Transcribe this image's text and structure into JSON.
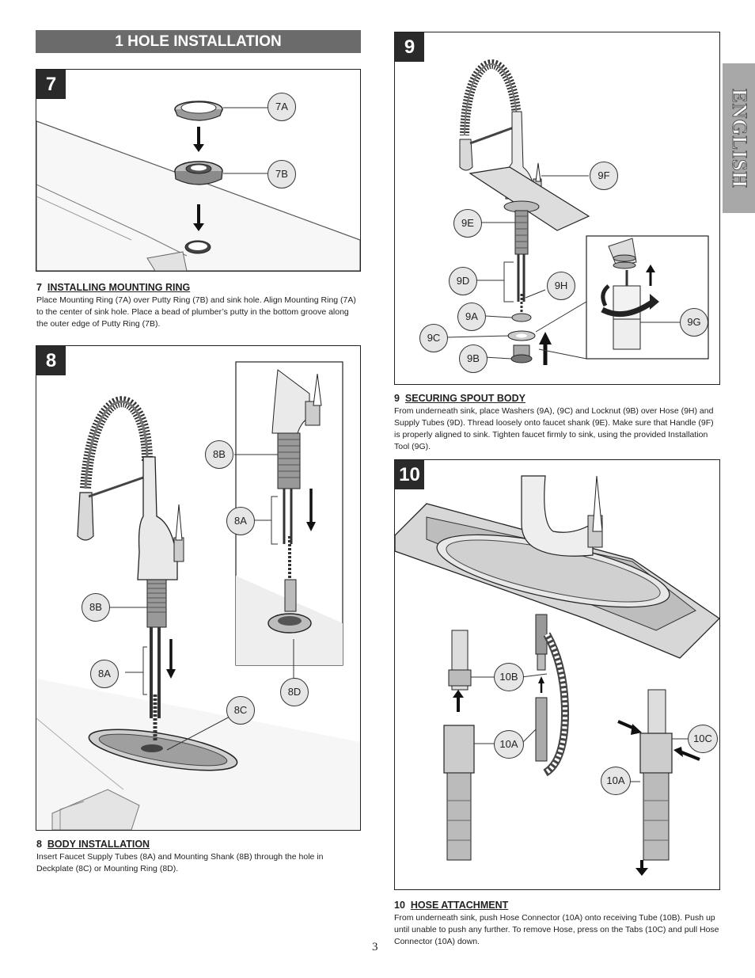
{
  "header": {
    "title": "1 HOLE INSTALLATION"
  },
  "language_tab": {
    "label": "ENGLISH"
  },
  "page_number": "3",
  "step7": {
    "number": "7",
    "callouts": [
      "7A",
      "7B"
    ],
    "caption_num": "7",
    "caption_title": "INSTALLING MOUNTING RING",
    "caption_text": "Place Mounting Ring (7A) over Putty Ring (7B) and sink hole. Align Mounting Ring (7A) to the center of sink hole.  Place a bead of plumber’s putty in the bottom groove along the outer edge of Putty Ring (7B)."
  },
  "step8": {
    "number": "8",
    "callouts": [
      "8B",
      "8A",
      "8B",
      "8A",
      "8C",
      "8D"
    ],
    "caption_num": "8",
    "caption_title": "BODY INSTALLATION",
    "caption_text": "Insert Faucet Supply Tubes (8A) and Mounting Shank (8B) through the hole in Deckplate (8C) or Mounting Ring (8D)."
  },
  "step9": {
    "number": "9",
    "callouts": [
      "9F",
      "9E",
      "9D",
      "9H",
      "9A",
      "9C",
      "9B",
      "9G"
    ],
    "caption_num": "9",
    "caption_title": "SECURING SPOUT BODY",
    "caption_text": "From underneath sink, place Washers (9A), (9C) and Locknut (9B) over Hose (9H) and Supply Tubes (9D).  Thread loosely onto faucet shank (9E).  Make sure that Handle (9F) is properly aligned to sink. Tighten faucet firmly to sink, using the provided Installation Tool (9G)."
  },
  "step10": {
    "number": "10",
    "callouts": [
      "10B",
      "10A",
      "10C",
      "10A"
    ],
    "caption_num": "10",
    "caption_title": "HOSE ATTACHMENT",
    "caption_text": "From underneath sink, push Hose Connector (10A) onto receiving Tube (10B). Push up until unable to push any further. To remove Hose, press on the Tabs (10C) and pull Hose Connector (10A) down."
  }
}
